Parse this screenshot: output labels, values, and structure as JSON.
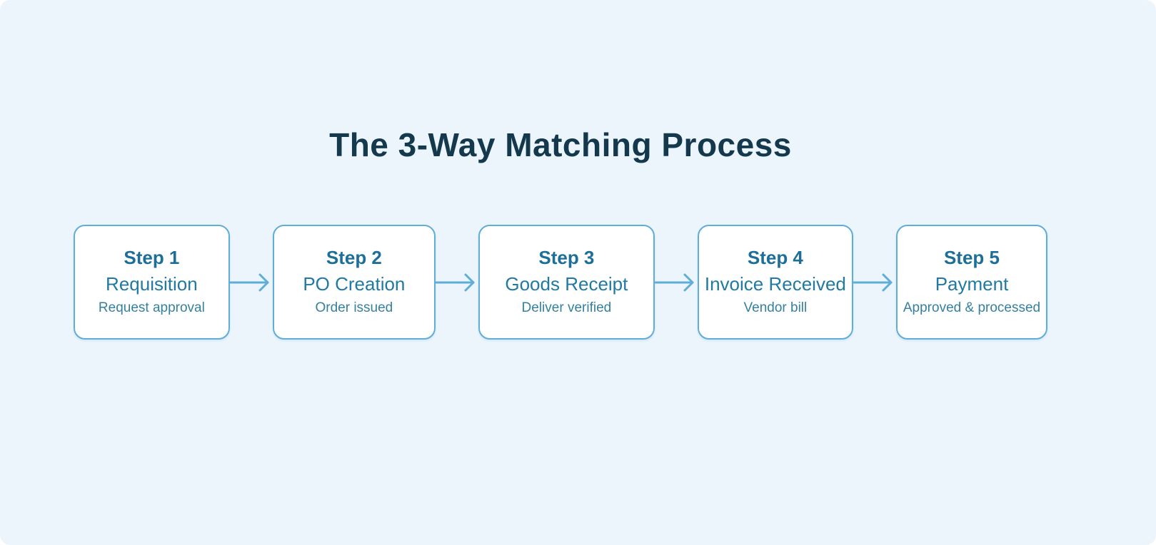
{
  "page": {
    "background_color": "#edf5fc",
    "box_background_color": "#ffffff",
    "border_color": "#5fadd9",
    "arrow_color": "#5fadd9",
    "title_color": "#14394c",
    "step_label_color": "#1d6f99",
    "step_name_color": "#2279a2",
    "step_description_color": "#35809f"
  },
  "title": {
    "text": "The 3-Way Matching Process"
  },
  "steps": [
    {
      "step_label": "Step 1",
      "name": "Requisition",
      "description": "Request approval"
    },
    {
      "step_label": "Step 2",
      "name": "PO Creation",
      "description": "Order issued"
    },
    {
      "step_label": "Step 3",
      "name": "Goods Receipt",
      "description": "Deliver verified"
    },
    {
      "step_label": "Step 4",
      "name": "Invoice Received",
      "description": "Vendor bill"
    },
    {
      "step_label": "Step 5",
      "name": "Payment",
      "description": "Approved & processed"
    }
  ]
}
